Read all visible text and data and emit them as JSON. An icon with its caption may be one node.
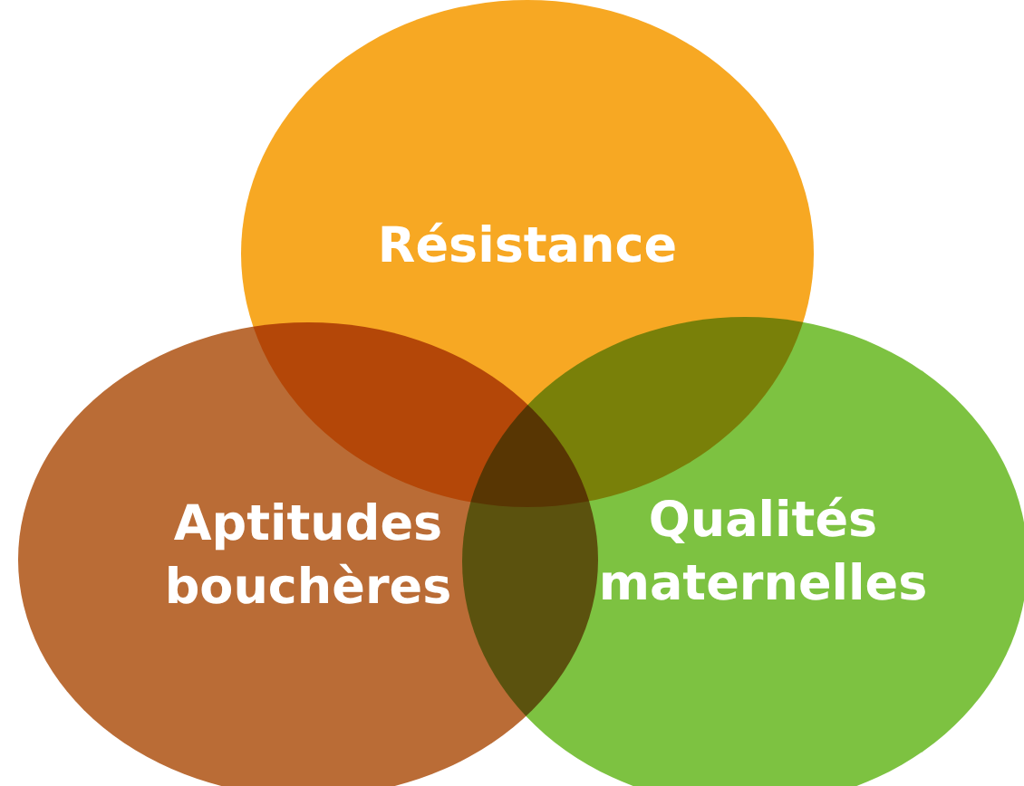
{
  "diagram": {
    "nodes": [
      {
        "text": [
          "Résistance"
        ]
      },
      {
        "text": [
          "Aptitudes bouchères"
        ]
      },
      {
        "text": [
          "Qualités maternelles"
        ]
      }
    ],
    "edges": []
  }
}
